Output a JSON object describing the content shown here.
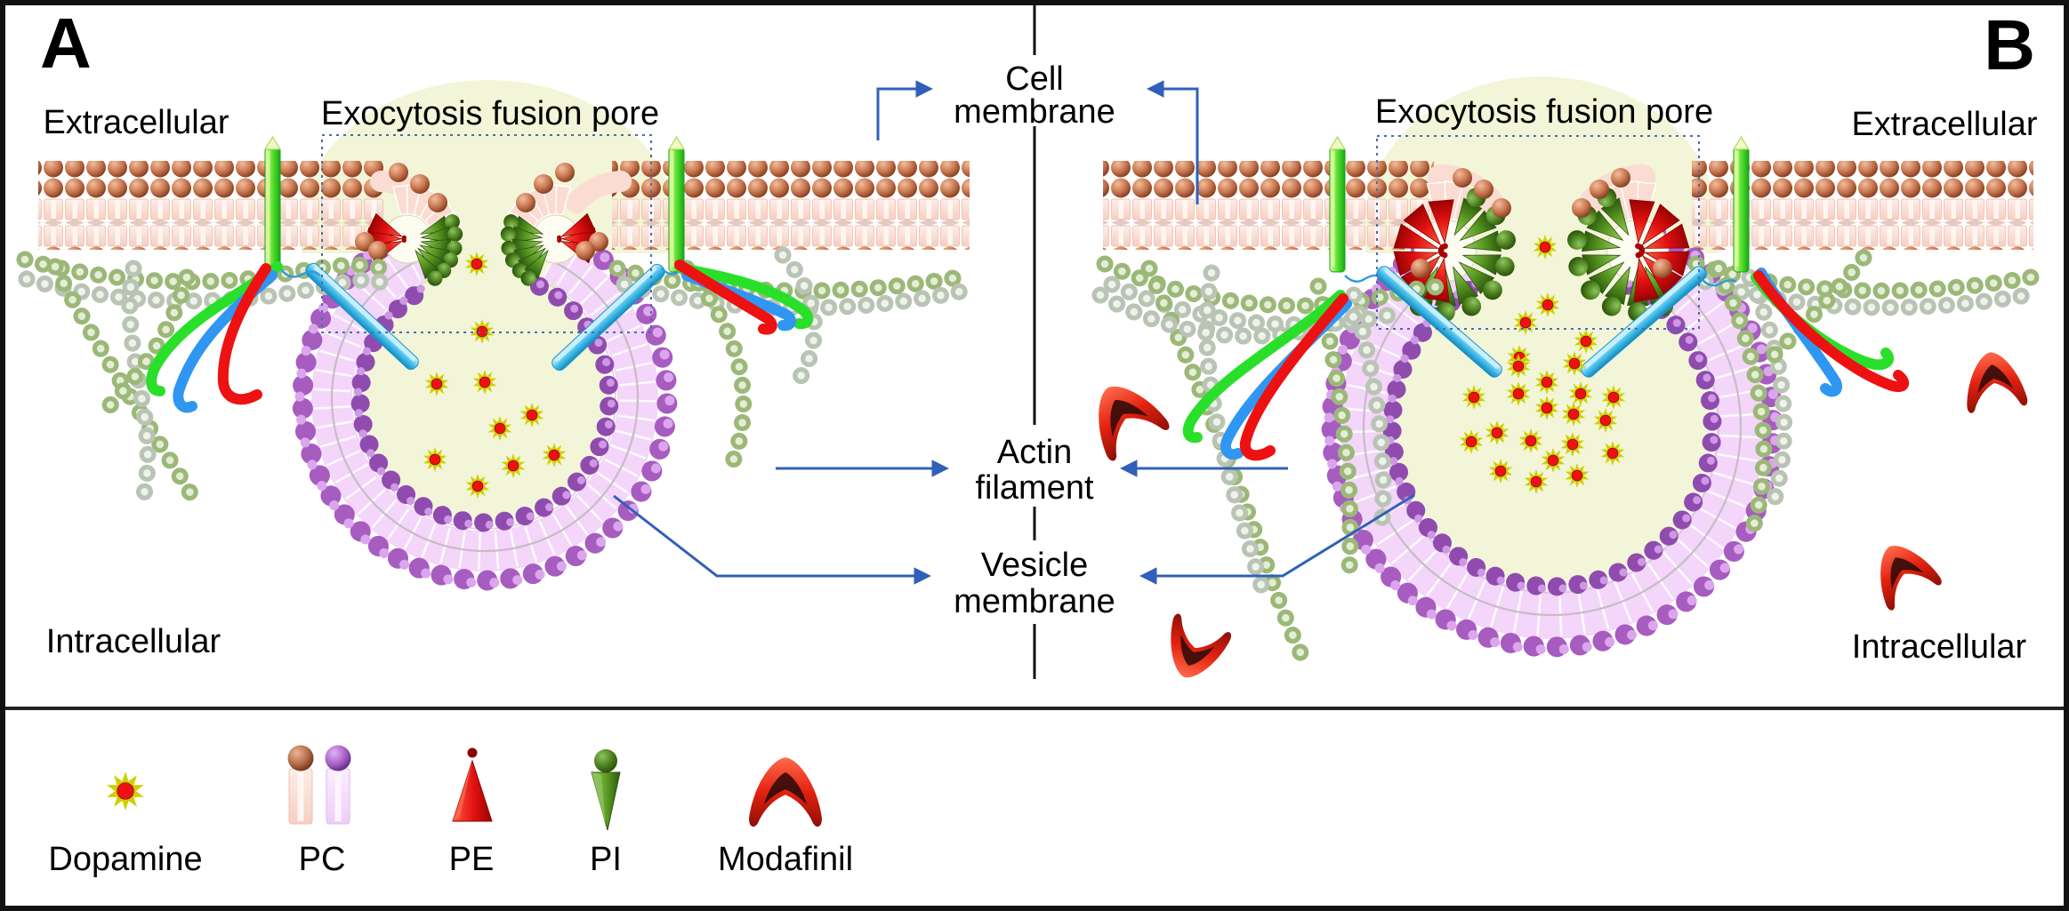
{
  "figure": {
    "panel_a": {
      "letter": "A",
      "region_top": "Extracellular",
      "region_bottom": "Intracellular",
      "pore_title": "Exocytosis fusion pore"
    },
    "panel_b": {
      "letter": "B",
      "region_top": "Extracellular",
      "region_bottom": "Intracellular",
      "pore_title": "Exocytosis fusion pore"
    },
    "annotations": {
      "cell_membrane": [
        "Cell",
        "membrane"
      ],
      "actin_filament": [
        "Actin",
        "filament"
      ],
      "vesicle_membrane": [
        "Vesicle",
        "membrane"
      ]
    }
  },
  "legend": {
    "items": [
      {
        "id": "dopamine",
        "label": "Dopamine",
        "icon": "dopamine-star-icon"
      },
      {
        "id": "pc",
        "label": "PC",
        "icon": "pc-lipid-icon"
      },
      {
        "id": "pe",
        "label": "PE",
        "icon": "pe-cone-icon"
      },
      {
        "id": "pi",
        "label": "PI",
        "icon": "pi-cone-icon"
      },
      {
        "id": "modafinil",
        "label": "Modafinil",
        "icon": "modafinil-chevron-icon"
      }
    ]
  },
  "colors": {
    "arrow_blue": "#3060b8",
    "dotted_box_blue": "#4a6ab0",
    "membrane_tail_pink": "#f9d9cd",
    "membrane_head_brown": "#c4724d",
    "vesicle_band_violet": "#f3d6f9",
    "vesicle_head_purple": "#a75cc0",
    "pore_lumen_yellow": "#f3f5d8",
    "pe_red": "#e81010",
    "pi_green": "#55931f",
    "actin_sage": "#9cb878",
    "actin_grey": "#b9c4b4",
    "snare_cyan": "#38b8e8",
    "rod_green": "#22cc22",
    "dopamine_core_red": "#ee1111",
    "dopamine_spike_yellow": "#cdd000",
    "modafinil_red": "#d81c0c"
  }
}
